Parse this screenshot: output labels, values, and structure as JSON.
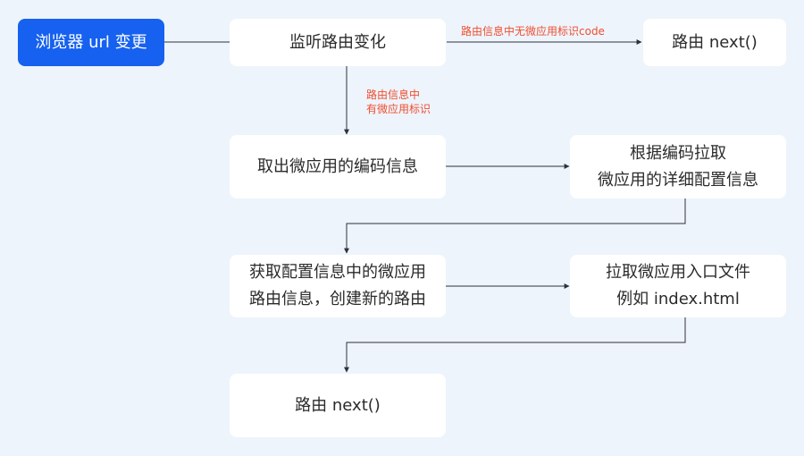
{
  "nodes": {
    "start": "浏览器 url 变更",
    "listen": "监听路由变化",
    "next_top": "路由 next()",
    "extract": "取出微应用的编码信息",
    "fetch_config": [
      "根据编码拉取",
      "微应用的详细配置信息"
    ],
    "create_route": [
      "获取配置信息中的微应用",
      "路由信息，创建新的路由"
    ],
    "fetch_entry": [
      "拉取微应用入口文件",
      "例如 index.html"
    ],
    "next_bottom": "路由 next()"
  },
  "edge_labels": {
    "no_identifier": "路由信息中无微应用标识code",
    "has_identifier": [
      "路由信息中",
      "有微应用标识"
    ]
  },
  "colors": {
    "background": "#eef4fc",
    "node": "#ffffff",
    "primary_node": "#1661f0",
    "connector": "#2e3138",
    "edge_label": "#f04e2f"
  }
}
